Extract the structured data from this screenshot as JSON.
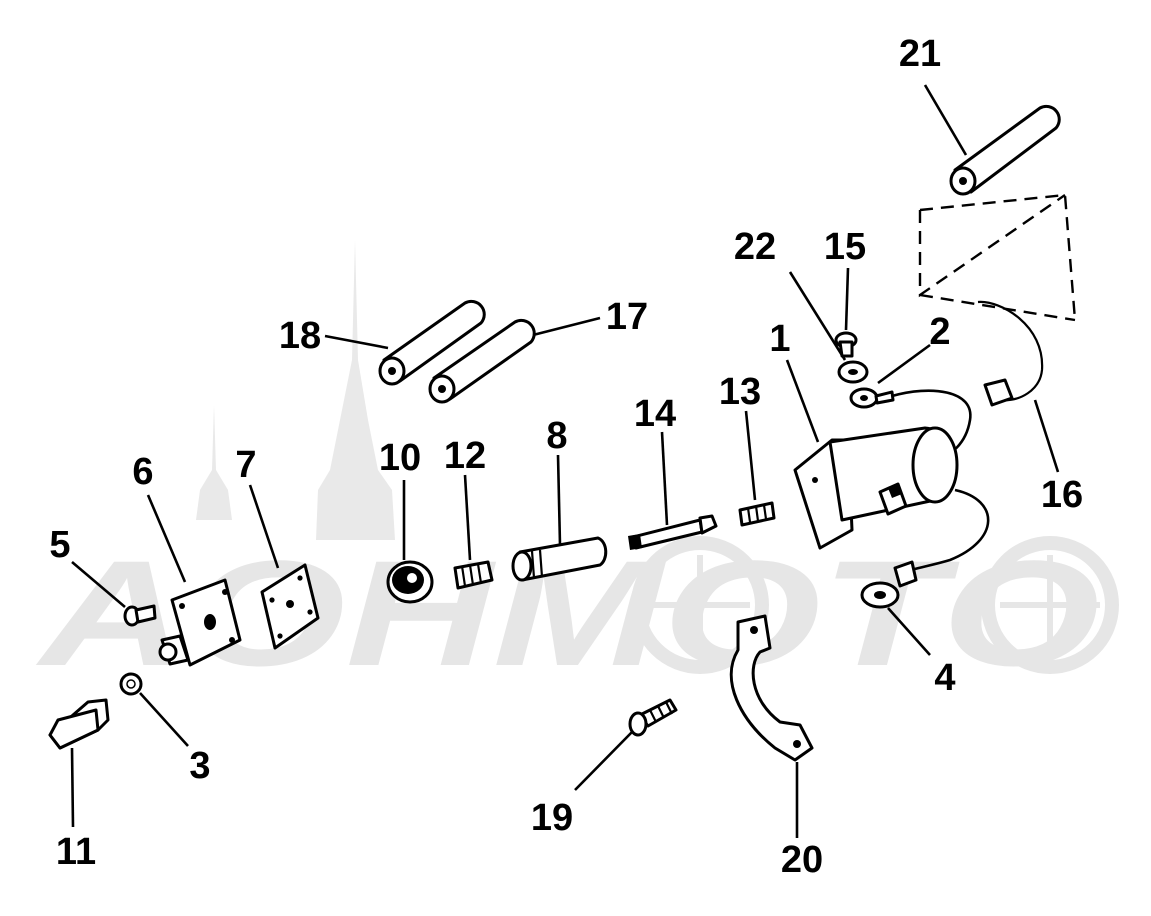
{
  "watermark": {
    "text": "AOHMOTO",
    "color": "#e6e6e6"
  },
  "callouts": [
    {
      "id": "1",
      "label": "1"
    },
    {
      "id": "2",
      "label": "2"
    },
    {
      "id": "3",
      "label": "3"
    },
    {
      "id": "4",
      "label": "4"
    },
    {
      "id": "5",
      "label": "5"
    },
    {
      "id": "6",
      "label": "6"
    },
    {
      "id": "7",
      "label": "7"
    },
    {
      "id": "8",
      "label": "8"
    },
    {
      "id": "10",
      "label": "10"
    },
    {
      "id": "11",
      "label": "11"
    },
    {
      "id": "12",
      "label": "12"
    },
    {
      "id": "13",
      "label": "13"
    },
    {
      "id": "14",
      "label": "14"
    },
    {
      "id": "15",
      "label": "15"
    },
    {
      "id": "16",
      "label": "16"
    },
    {
      "id": "17",
      "label": "17"
    },
    {
      "id": "18",
      "label": "18"
    },
    {
      "id": "19",
      "label": "19"
    },
    {
      "id": "20",
      "label": "20"
    },
    {
      "id": "21",
      "label": "21"
    },
    {
      "id": "22",
      "label": "22"
    }
  ]
}
